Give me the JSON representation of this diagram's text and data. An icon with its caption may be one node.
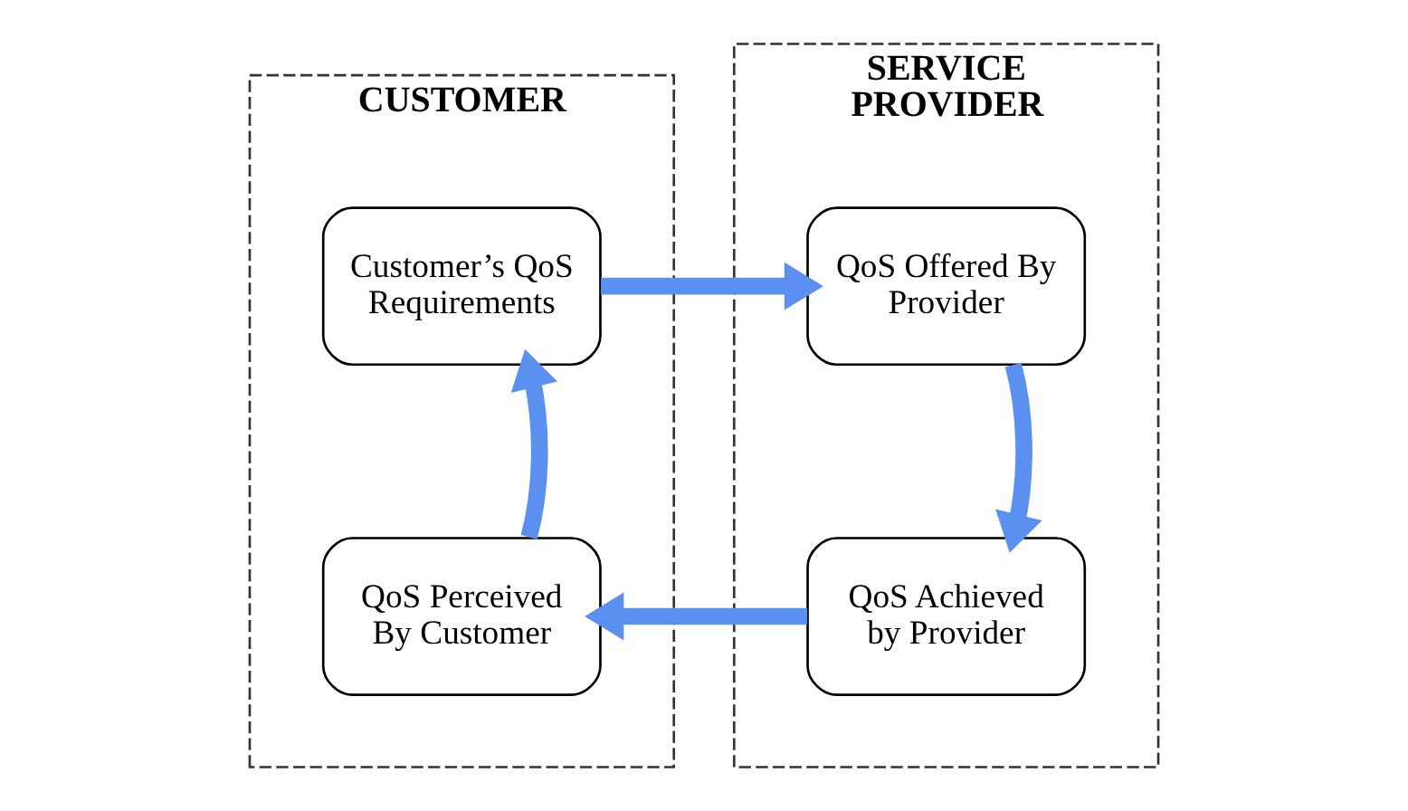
{
  "diagram": {
    "nodes": [
      {
        "text": [
          "CUSTOMER"
        ]
      },
      {
        "text": [
          "Customer’s QoS Requirements"
        ],
        "in": 0
      },
      {
        "text": [
          "QoS Perceived By Customer"
        ],
        "in": 0
      },
      {
        "text": [
          "SERVICE PROVIDER"
        ]
      },
      {
        "text": [
          "QoS Offered By Provider"
        ],
        "in": 3
      },
      {
        "text": [
          "QoS Achieved by Provider"
        ],
        "in": 3
      }
    ],
    "edges": [
      {
        "from": 1,
        "to": 4,
        "arrow": "to"
      },
      {
        "from": 4,
        "to": 5,
        "arrow": "to"
      },
      {
        "from": 5,
        "to": 2,
        "arrow": "to"
      },
      {
        "from": 2,
        "to": 1,
        "arrow": "to"
      }
    ]
  }
}
